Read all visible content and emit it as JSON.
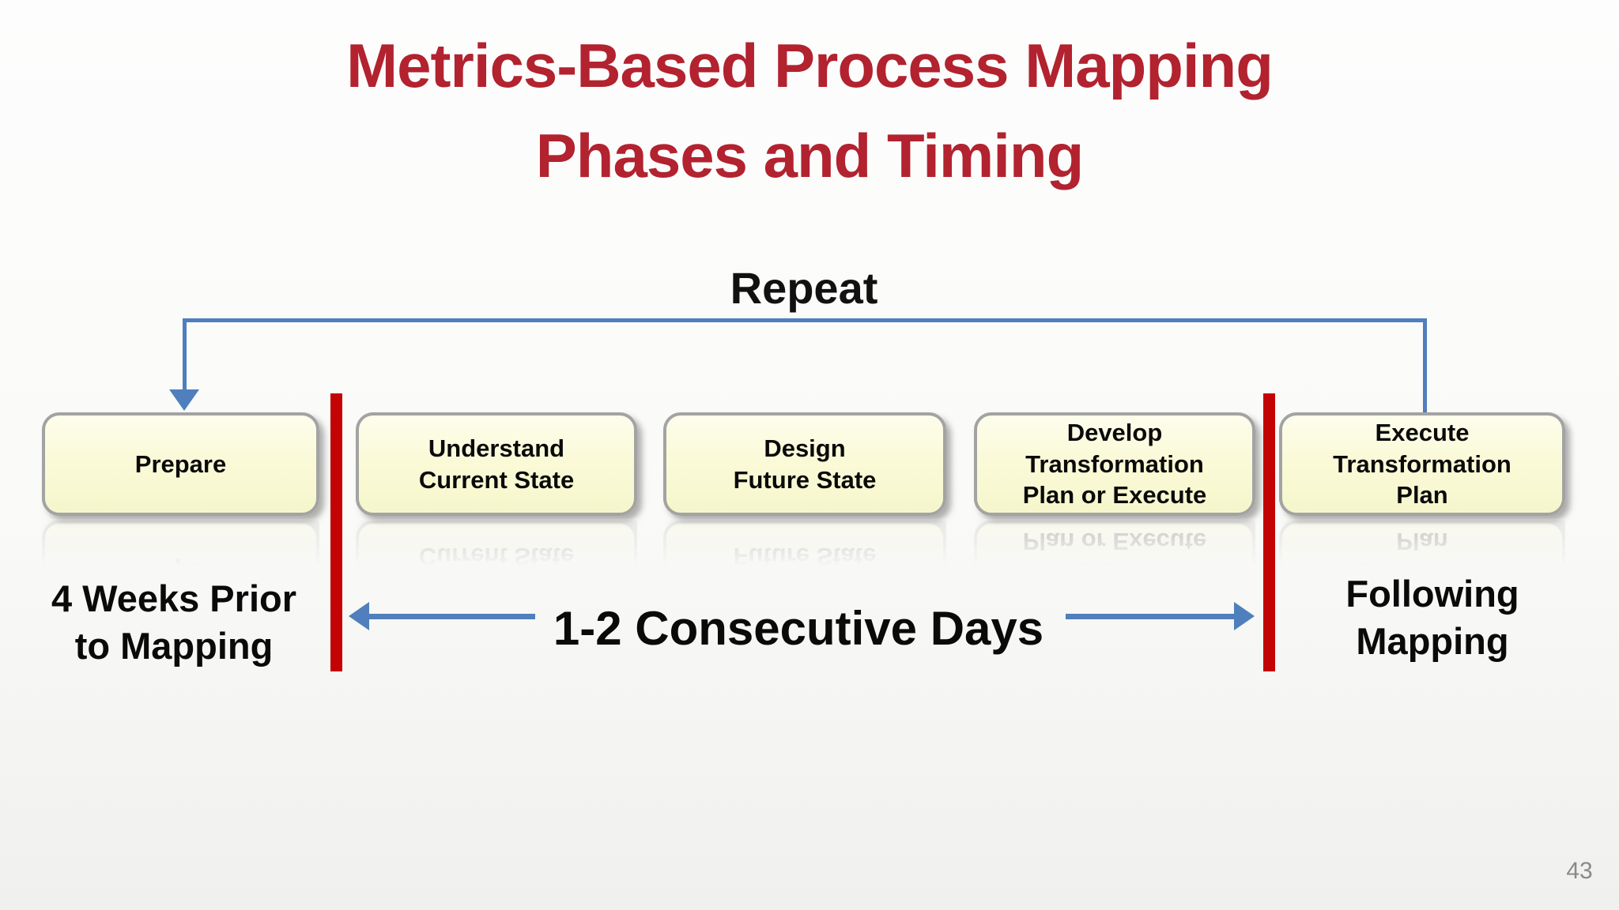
{
  "slide": {
    "title_line1": "Metrics-Based Process Mapping",
    "title_line2": "Phases and Timing",
    "page_number": "43"
  },
  "diagram": {
    "repeat_label": "Repeat",
    "phases": [
      {
        "label": "Prepare"
      },
      {
        "label": "Understand\nCurrent State"
      },
      {
        "label": "Design\nFuture State"
      },
      {
        "label": "Develop\nTransformation\nPlan or Execute"
      },
      {
        "label": "Execute\nTransformation\nPlan"
      }
    ],
    "timing": {
      "before": "4 Weeks Prior\nto Mapping",
      "during": "1-2 Consecutive Days",
      "after": "Following\nMapping"
    },
    "colors": {
      "title_red": "#B2222F",
      "bar_red": "#C40404",
      "arrow_blue": "#4F7FBC",
      "box_fill": "#FAFAD8",
      "box_border": "#A3A3A3"
    }
  }
}
